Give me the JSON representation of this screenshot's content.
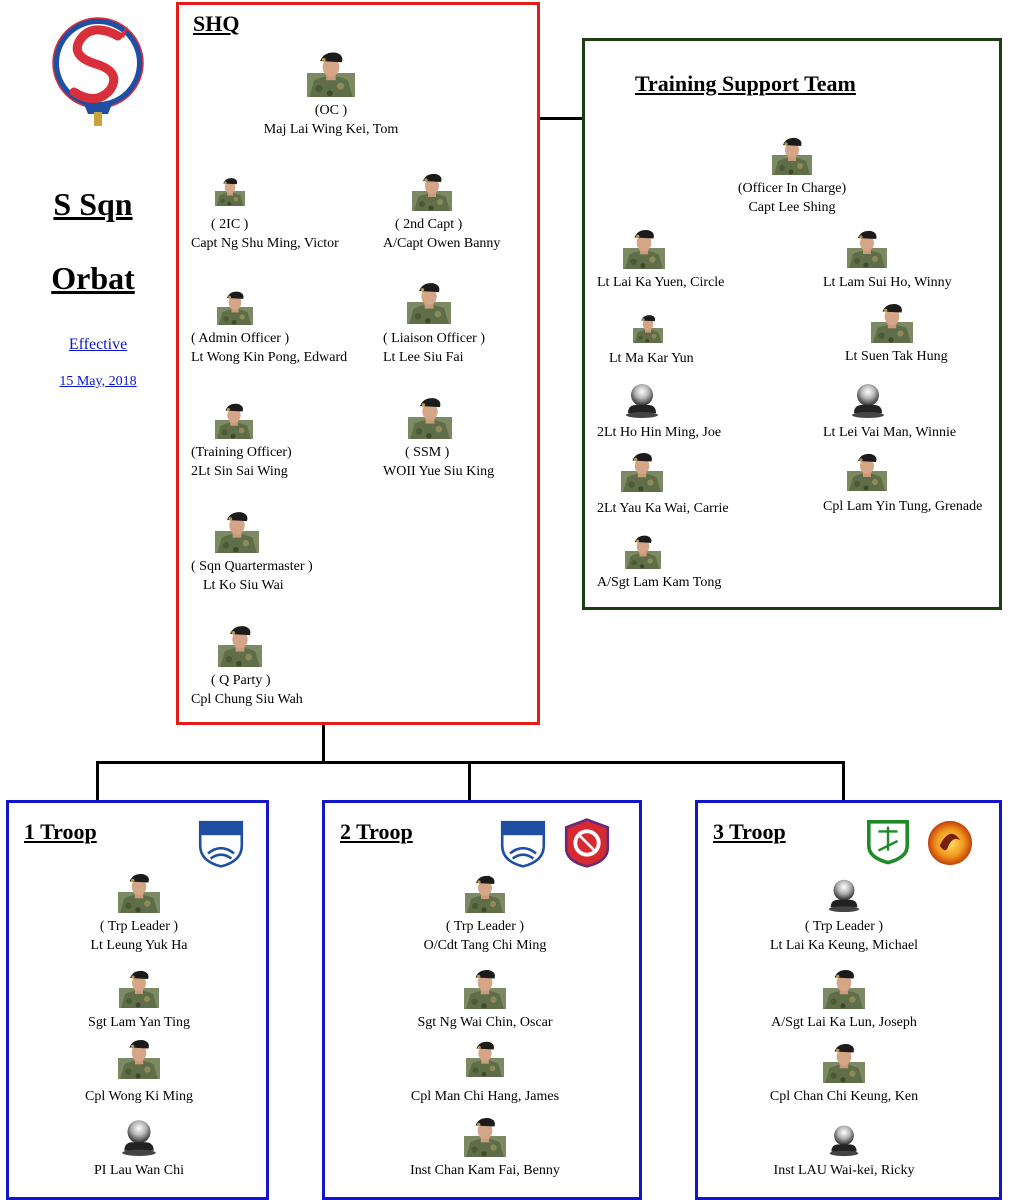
{
  "sidebar": {
    "title_line1": "S Sqn",
    "title_line2": "Orbat",
    "effective_label": "Effective",
    "effective_date": "15 May, 2018"
  },
  "shq": {
    "title": "SHQ",
    "border_color": "#e31b1b",
    "members": [
      {
        "role": "(OC )",
        "name": "Maj Lai Wing Kei, Tom"
      },
      {
        "role": "( 2IC )",
        "name": "Capt Ng Shu Ming, Victor"
      },
      {
        "role": "( 2nd Capt )",
        "name": "A/Capt Owen Banny"
      },
      {
        "role": "( Admin Officer )",
        "name": "Lt Wong Kin Pong, Edward"
      },
      {
        "role": "( Liaison Officer )",
        "name": "Lt Lee Siu Fai"
      },
      {
        "role": "(Training Officer)",
        "name": "2Lt  Sin Sai Wing"
      },
      {
        "role": "( SSM )",
        "name": "WOII Yue Siu King"
      },
      {
        "role": "( Sqn Quartermaster )",
        "name": "Lt Ko Siu Wai"
      },
      {
        "role": "( Q Party )",
        "name": "Cpl Chung Siu Wah"
      }
    ]
  },
  "tst": {
    "title": "Training Support Team",
    "border_color": "#1f3d12",
    "members": [
      {
        "role": "(Officer In Charge)",
        "name": "Capt Lee Shing"
      },
      {
        "name": "Lt Lai Ka Yuen, Circle"
      },
      {
        "name": "Lt Lam Sui Ho, Winny"
      },
      {
        "name": "Lt Ma Kar Yun"
      },
      {
        "name": "Lt Suen Tak Hung"
      },
      {
        "name": "2Lt Ho Hin Ming, Joe"
      },
      {
        "name": "Lt Lei Vai Man, Winnie"
      },
      {
        "name": "2Lt Yau Ka Wai, Carrie"
      },
      {
        "name": "Cpl Lam Yin Tung, Grenade"
      },
      {
        "name": "A/Sgt Lam Kam Tong"
      }
    ]
  },
  "troops": [
    {
      "title": "1 Troop",
      "members": [
        {
          "role": "( Trp Leader )",
          "name": "Lt Leung Yuk Ha"
        },
        {
          "name": "Sgt Lam Yan Ting"
        },
        {
          "name": "Cpl Wong Ki Ming"
        },
        {
          "name": "PI Lau Wan Chi"
        }
      ]
    },
    {
      "title": "2 Troop",
      "members": [
        {
          "role": "( Trp Leader )",
          "name": "O/Cdt Tang Chi Ming"
        },
        {
          "name": "Sgt Ng Wai Chin, Oscar"
        },
        {
          "name": "Cpl Man Chi Hang, James"
        },
        {
          "name": "Inst Chan Kam Fai, Benny"
        }
      ]
    },
    {
      "title": "3 Troop",
      "members": [
        {
          "role": "( Trp Leader )",
          "name": "Lt Lai Ka Keung, Michael"
        },
        {
          "name": "A/Sgt Lai Ka Lun, Joseph"
        },
        {
          "name": "Cpl Chan Chi Keung, Ken"
        },
        {
          "name": "Inst LAU Wai-kei, Ricky"
        }
      ]
    }
  ],
  "colors": {
    "troop_border": "#1414c8",
    "link_blue": "#0a14d6",
    "emblem_red": "#d8303a",
    "emblem_blue": "#1e4fa3"
  },
  "icons": {
    "squadron": "dragon-s-emblem-icon",
    "person": "soldier-portrait-icon",
    "placeholder": "placeholder-portrait-icon",
    "troop_1_badge": "school-shield-badge-icon",
    "troop_2_badges": [
      "school-shield-badge-icon",
      "school-crest-badge-icon"
    ],
    "troop_3_badges": [
      "school-shield-badge-icon",
      "flame-emblem-icon"
    ]
  }
}
